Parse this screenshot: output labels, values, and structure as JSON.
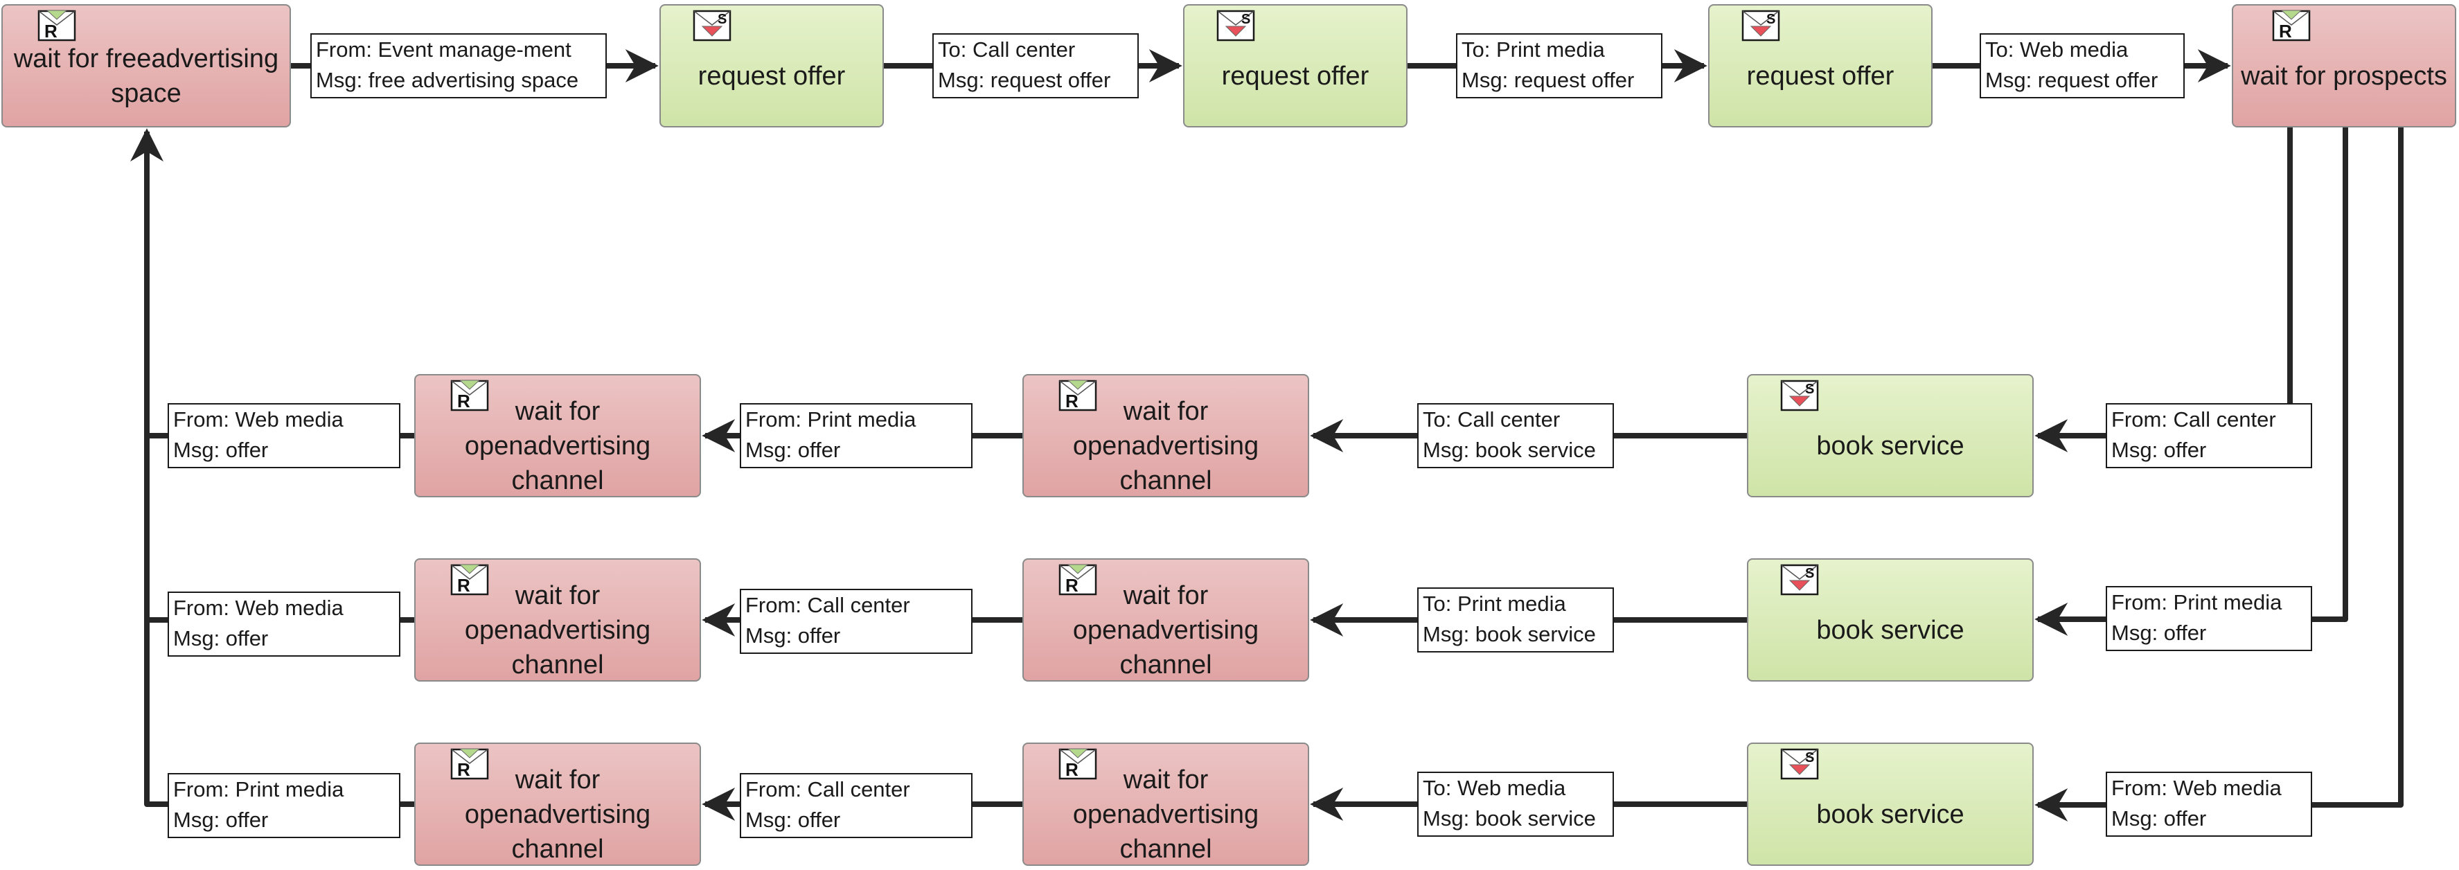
{
  "diagram": {
    "nodes": {
      "n1": {
        "type": "receive",
        "badge": "R",
        "lines": [
          "wait for free",
          "advertising space"
        ]
      },
      "n2": {
        "type": "send",
        "badge": "S",
        "lines": [
          "request offer"
        ]
      },
      "n3": {
        "type": "send",
        "badge": "S",
        "lines": [
          "request offer"
        ]
      },
      "n4": {
        "type": "send",
        "badge": "S",
        "lines": [
          "request offer"
        ]
      },
      "n5": {
        "type": "receive",
        "badge": "R",
        "lines": [
          "wait for prospects"
        ]
      },
      "r1_book": {
        "type": "send",
        "badge": "S",
        "lines": [
          "book service"
        ]
      },
      "r1_wait2": {
        "type": "receive",
        "badge": "R",
        "lines": [
          "wait for open",
          "advertising channel"
        ]
      },
      "r1_wait1": {
        "type": "receive",
        "badge": "R",
        "lines": [
          "wait for open",
          "advertising channel"
        ]
      },
      "r2_book": {
        "type": "send",
        "badge": "S",
        "lines": [
          "book service"
        ]
      },
      "r2_wait2": {
        "type": "receive",
        "badge": "R",
        "lines": [
          "wait for open",
          "advertising channel"
        ]
      },
      "r2_wait1": {
        "type": "receive",
        "badge": "R",
        "lines": [
          "wait for open",
          "advertising channel"
        ]
      },
      "r3_book": {
        "type": "send",
        "badge": "S",
        "lines": [
          "book service"
        ]
      },
      "r3_wait2": {
        "type": "receive",
        "badge": "R",
        "lines": [
          "wait for open",
          "advertising channel"
        ]
      },
      "r3_wait1": {
        "type": "receive",
        "badge": "R",
        "lines": [
          "wait for open",
          "advertising channel"
        ]
      }
    },
    "messages": {
      "m1": [
        "From: Event manage-ment",
        "Msg: free advertising space"
      ],
      "m2": [
        "To: Call center",
        "Msg: request offer"
      ],
      "m3": [
        "To: Print media",
        "Msg: request offer"
      ],
      "m4": [
        "To: Web media",
        "Msg: request offer"
      ],
      "r1_in": [
        "From: Call center",
        "Msg: offer"
      ],
      "r1_book": [
        "To: Call center",
        "Msg: book service"
      ],
      "r1_mid": [
        "From: Print media",
        "Msg: offer"
      ],
      "r1_out": [
        "From: Web media",
        "Msg: offer"
      ],
      "r2_in": [
        "From: Print media",
        "Msg: offer"
      ],
      "r2_book": [
        "To: Print media",
        "Msg: book service"
      ],
      "r2_mid": [
        "From: Call center",
        "Msg: offer"
      ],
      "r2_out": [
        "From: Web media",
        "Msg: offer"
      ],
      "r3_in": [
        "From: Web media",
        "Msg: offer"
      ],
      "r3_book": [
        "To: Web media",
        "Msg: book service"
      ],
      "r3_mid": [
        "From: Call center",
        "Msg: offer"
      ],
      "r3_out": [
        "From: Print media",
        "Msg: offer"
      ]
    },
    "colors": {
      "receive_fill": "#e0a3a3",
      "send_fill": "#cfe4a8",
      "receive_marker": "#b4d88c",
      "send_marker": "#e8505a",
      "line": "#262626"
    }
  }
}
